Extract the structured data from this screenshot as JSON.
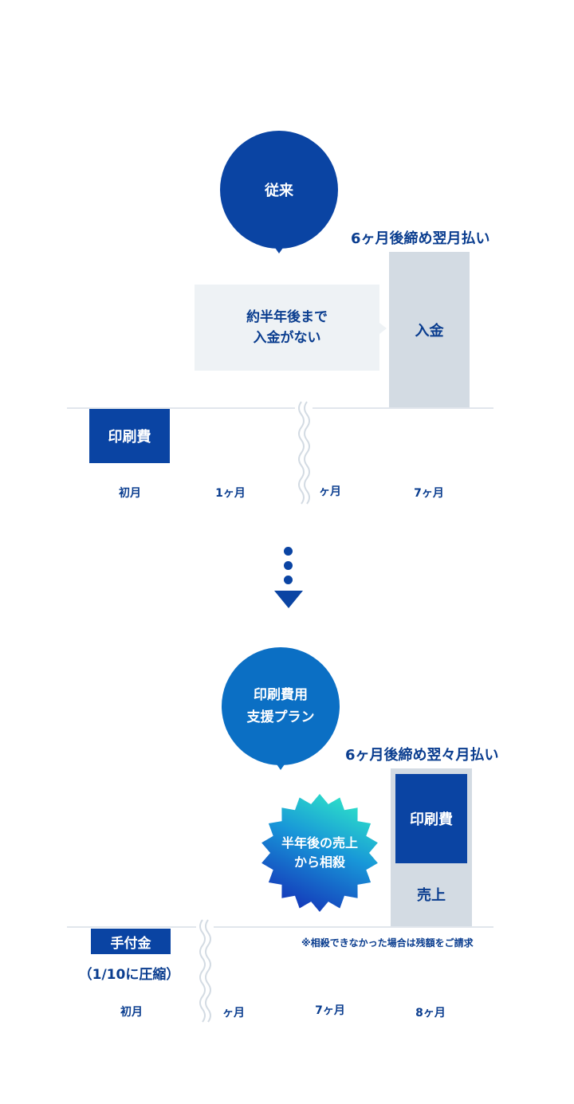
{
  "conventional": {
    "badge": "従来",
    "payment_terms": "6ヶ月後締め翌月払い",
    "no_income_line1": "約半年後まで",
    "no_income_line2": "入金がない",
    "income_label": "入金",
    "cost_label": "印刷費",
    "months": [
      "初月",
      "1ヶ月",
      "ヶ月",
      "7ヶ月"
    ]
  },
  "plan": {
    "badge_line1": "印刷費用",
    "badge_line2": "支援プラン",
    "payment_terms": "6ヶ月後締め翌々月払い",
    "offset_line1": "半年後の売上",
    "offset_line2": "から相殺",
    "cost_label": "印刷費",
    "sales_label": "売上",
    "deposit_label": "手付金",
    "deposit_note": "（1/10に圧縮）",
    "footnote": "※相殺できなかった場合は残額をご請求",
    "months": [
      "初月",
      "ヶ月",
      "7ヶ月",
      "8ヶ月"
    ]
  },
  "colors": {
    "navy": "#0a44a3",
    "text_navy": "#0a3d8f",
    "plan_blue": "#0b6fc4",
    "gray_column": "#d3dbe3",
    "light_box": "#eef2f5"
  }
}
